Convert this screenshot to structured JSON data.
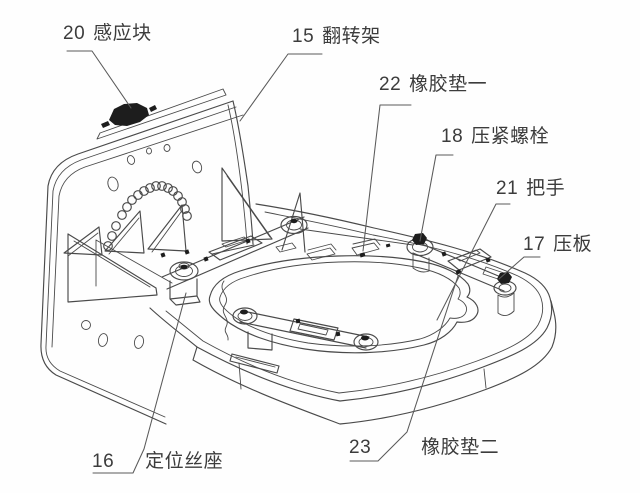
{
  "figure": {
    "description": "isometric patent-style line drawing of a flip-frame clamping fixture",
    "background_color": "#fefefe",
    "line_color": "#4a4a4a",
    "text_color": "#3c3c3c",
    "labels": [
      {
        "num": "20",
        "name": "感应块"
      },
      {
        "num": "15",
        "name": "翻转架"
      },
      {
        "num": "22",
        "name": "橡胶垫一"
      },
      {
        "num": "18",
        "name": "压紧螺栓"
      },
      {
        "num": "21",
        "name": "把手"
      },
      {
        "num": "17",
        "name": "压板"
      },
      {
        "num": "16",
        "name": "定位丝座"
      },
      {
        "num": "23",
        "name": "橡胶垫二"
      }
    ]
  }
}
